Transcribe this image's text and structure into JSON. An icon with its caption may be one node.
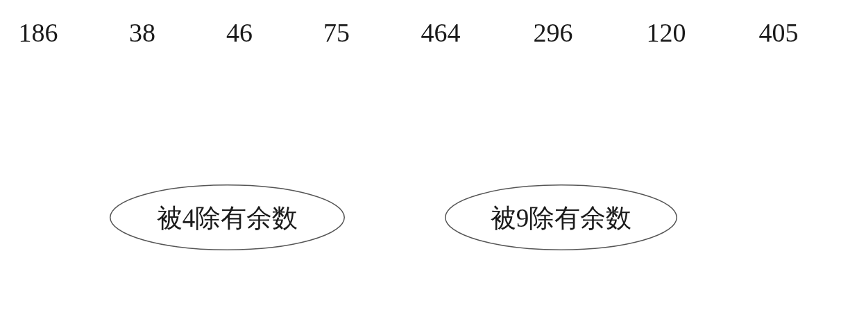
{
  "diagram": {
    "nodes": [
      {
        "text": [
          "被4除有余数"
        ]
      },
      {
        "text": [
          "被9除有余数"
        ]
      }
    ],
    "labels": [
      "186",
      "38",
      "46",
      "75",
      "464",
      "296",
      "120",
      "405"
    ]
  }
}
